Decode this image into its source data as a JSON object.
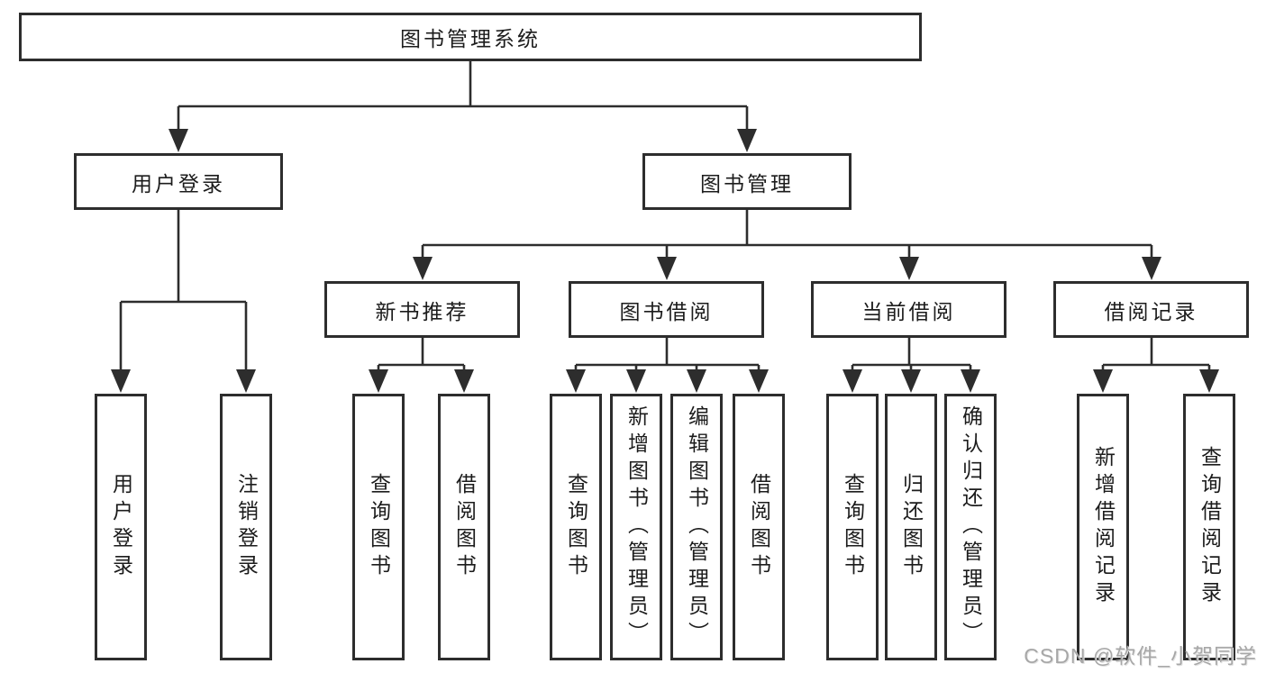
{
  "root": {
    "label": "图书管理系统"
  },
  "level2": {
    "user_login": {
      "label": "用户登录"
    },
    "book_mgmt": {
      "label": "图书管理"
    }
  },
  "level3": {
    "new_book": {
      "label": "新书推荐"
    },
    "book_borrow": {
      "label": "图书借阅"
    },
    "current_borrow": {
      "label": "当前借阅"
    },
    "borrow_records": {
      "label": "借阅记录"
    }
  },
  "leaves": {
    "user_login": [
      "用户登录",
      "注销登录"
    ],
    "new_book": [
      "查询图书",
      "借阅图书"
    ],
    "book_borrow": [
      "查询图书",
      "新增图书（管理员）",
      "编辑图书（管理员）",
      "借阅图书"
    ],
    "current_borrow": [
      "查询图书",
      "归还图书",
      "确认归还（管理员）"
    ],
    "borrow_records": [
      "新增借阅记录",
      "查询借阅记录"
    ]
  },
  "watermark": {
    "text": "CSDN @软件_小贺同学"
  },
  "colors": {
    "line": "#2d2d2d",
    "text": "#1c1c1c",
    "background": "#ffffff",
    "watermark": "#a7a7a7"
  }
}
